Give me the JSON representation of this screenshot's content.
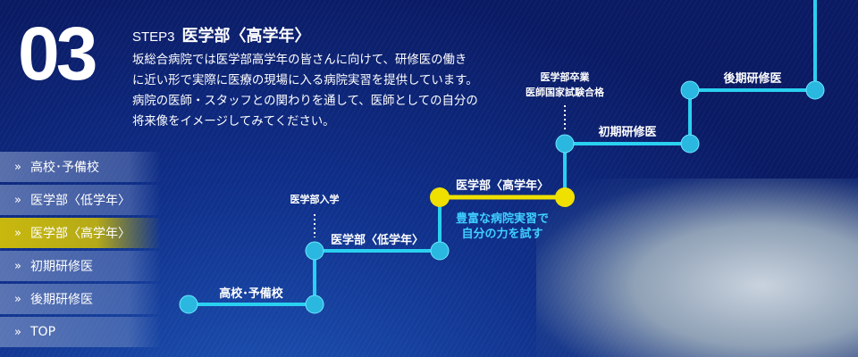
{
  "header": {
    "number": "03",
    "step": "STEP3",
    "title": "医学部〈高学年〉",
    "description": [
      "坂総合病院では医学部高学年の皆さんに向けて、研修医の働き",
      "に近い形で実際に医療の現場に入る病院実習を提供しています。",
      "病院の医師・スタッフとの関わりを通して、医師としての自分の",
      "将来像をイメージしてみてください。"
    ]
  },
  "nav": {
    "arrow": "»",
    "items": [
      {
        "label": "高校･予備校"
      },
      {
        "label": "医学部〈低学年〉"
      },
      {
        "label": "医学部〈高学年〉",
        "active": true
      },
      {
        "label": "初期研修医"
      },
      {
        "label": "後期研修医"
      },
      {
        "label": "TOP"
      }
    ]
  },
  "timeline": {
    "stages": [
      "高校･予備校",
      "医学部〈低学年〉",
      "医学部〈高学年〉",
      "初期研修医",
      "後期研修医"
    ],
    "milestones": [
      "医学部入学",
      "医学部卒業",
      "医師国家試験合格"
    ],
    "highlight": [
      "豊富な病院実習で",
      "自分の力を試す"
    ]
  },
  "colors": {
    "line": "#2ad0f0",
    "active": "#f0e000",
    "bg": "#0a1a63"
  }
}
